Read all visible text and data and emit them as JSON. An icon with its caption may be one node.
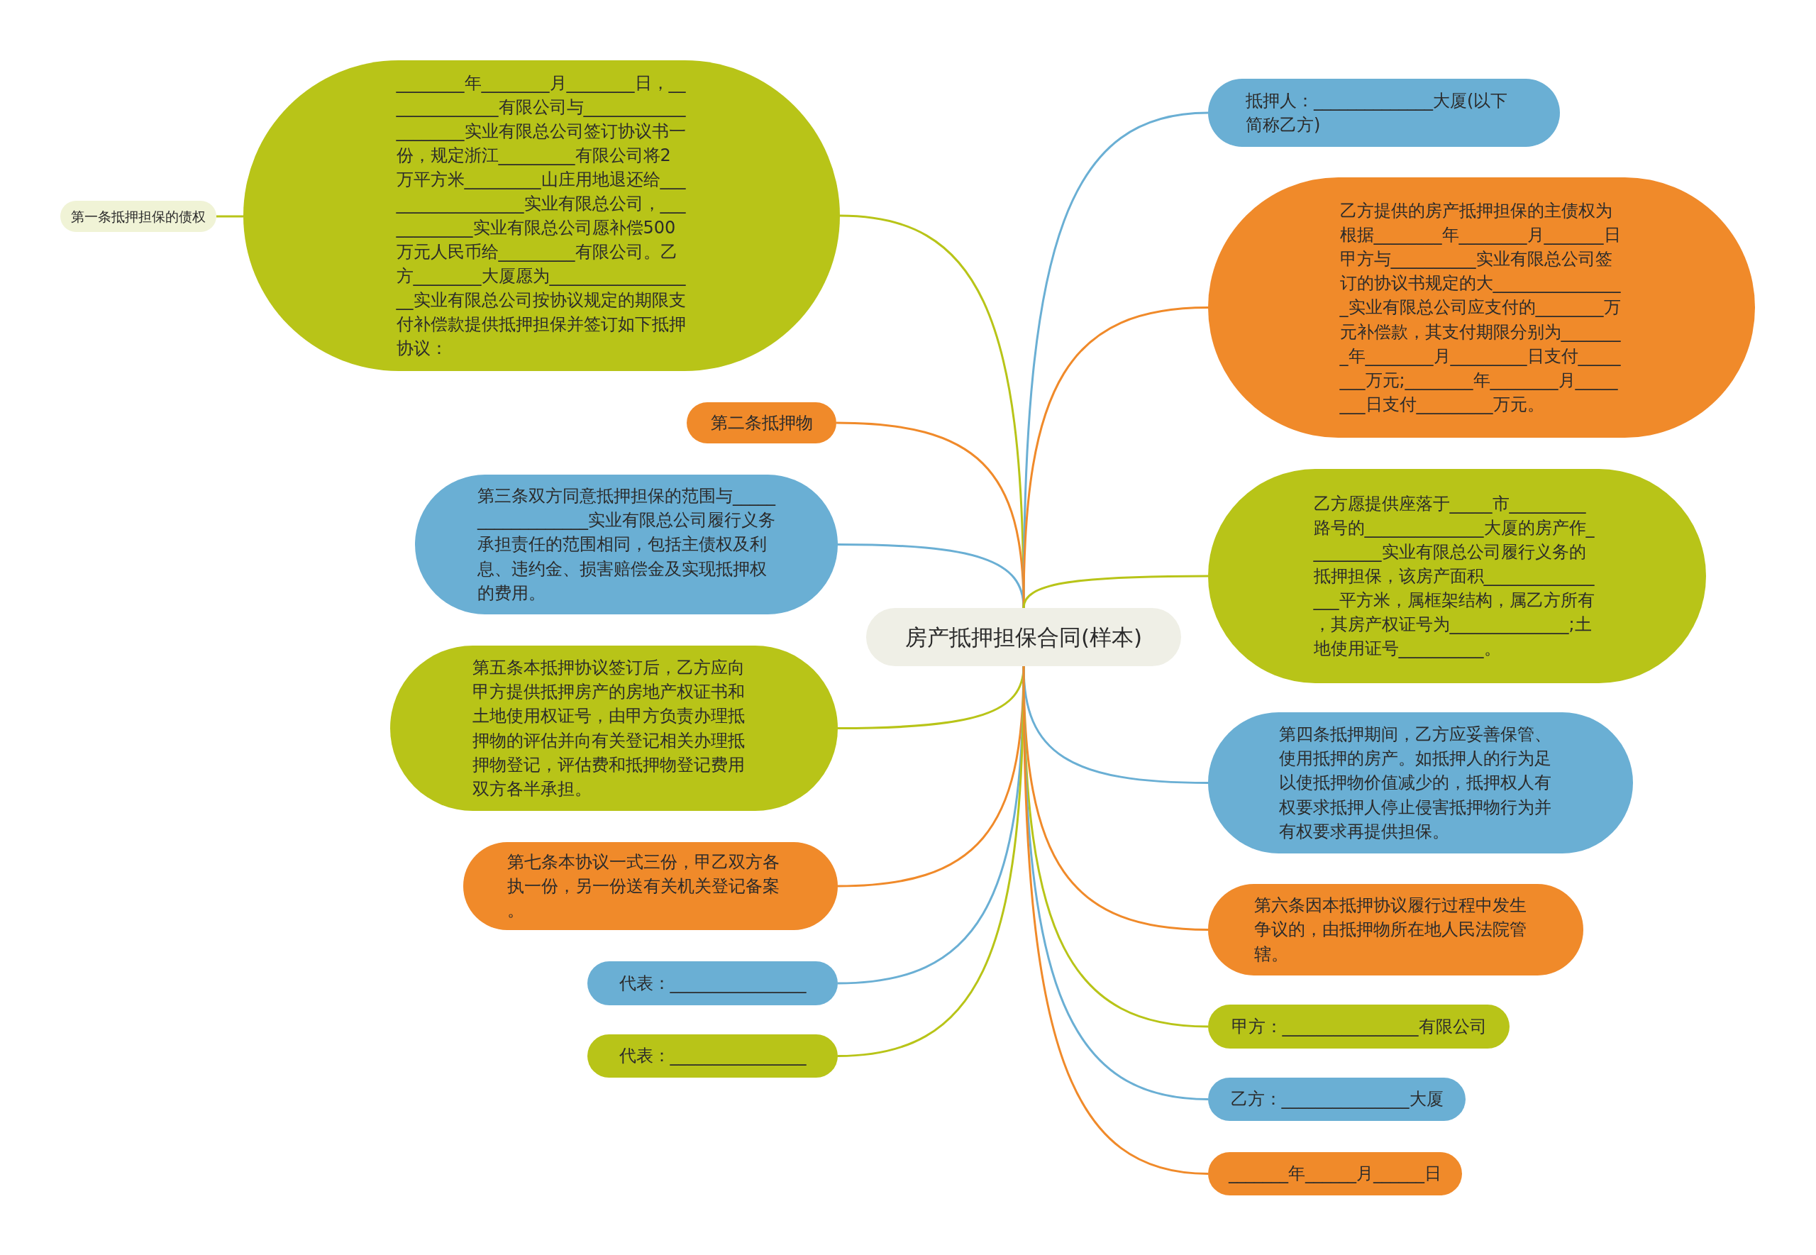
{
  "diagram": {
    "nodes": [
      {
        "text": [
          "房产抵押担保合同(样本)"
        ]
      },
      {
        "text": [
          "________年________月________日，______________有限公司与____________________实业有限总公司签订协议书一份，规定浙江_________有限公司将2万平方米_________山庄用地退还给__________________实业有限总公司，____________实业有限总公司愿补偿500万元人民币给_________有限公司。乙方________大厦愿为__________________实业有限总公司按协议规定的期限支付补偿款提供抵押担保并签订如下抵押协议："
        ]
      },
      {
        "text": [
          "第一条抵押担保的债权"
        ]
      },
      {
        "text": [
          "第二条抵押物"
        ]
      },
      {
        "text": [
          "第三条双方同意抵押担保的范围与__________________实业有限总公司履行义务承担责任的范围相同，包括主债权及利息、违约金、损害赔偿金及实现抵押权的费用。"
        ]
      },
      {
        "text": [
          "第五条本抵押协议签订后，乙方应向甲方提供抵押房产的房地产权证书和土地使用权证号，由甲方负责办理抵押物的评估并向有关登记相关办理抵押物登记，评估费和抵押物登记费用双方各半承担。"
        ]
      },
      {
        "text": [
          "第七条本协议一式三份，甲乙双方各执一份，另一份送有关机关登记备案。"
        ]
      },
      {
        "text": [
          "代表：________________"
        ]
      },
      {
        "text": [
          "代表：________________"
        ]
      },
      {
        "text": [
          "抵押人：______________大厦(以下简称乙方)"
        ]
      },
      {
        "text": [
          "乙方提供的房产抵押担保的主债权为根据________年________月_______日甲方与__________实业有限总公司签订的协议书规定的大________________实业有限总公司应支付的________万元补偿款，其支付期限分别为________年________月_________日支付________万元;________年________月________日支付_________万元。"
        ]
      },
      {
        "text": [
          "乙方愿提供座落于_____市_________路号的______________大厦的房产作_________实业有限总公司履行义务的抵押担保，该房产面积________________平方米，属框架结构，属乙方所有，其房产权证号为______________;土地使用证号__________。"
        ]
      },
      {
        "text": [
          "第四条抵押期间，乙方应妥善保管、使用抵押的房产。如抵押人的行为足以使抵押物价值减少的，抵押权人有权要求抵押人停止侵害抵押物行为并有权要求再提供担保。"
        ]
      },
      {
        "text": [
          "第六条因本抵押协议履行过程中发生争议的，由抵押物所在地人民法院管辖。"
        ]
      },
      {
        "text": [
          "甲方：________________有限公司"
        ]
      },
      {
        "text": [
          "乙方：_______________大厦"
        ]
      },
      {
        "text": [
          "_______年______月______日"
        ]
      }
    ],
    "edges": [
      {
        "from": 0,
        "to": 1,
        "arrow": "none",
        "color": "#b8c418"
      },
      {
        "from": 1,
        "to": 2,
        "arrow": "none",
        "color": "#b8c418"
      },
      {
        "from": 0,
        "to": 3,
        "arrow": "none",
        "color": "#f08a2a"
      },
      {
        "from": 0,
        "to": 4,
        "arrow": "none",
        "color": "#6aafd4"
      },
      {
        "from": 0,
        "to": 5,
        "arrow": "none",
        "color": "#b8c418"
      },
      {
        "from": 0,
        "to": 6,
        "arrow": "none",
        "color": "#f08a2a"
      },
      {
        "from": 0,
        "to": 7,
        "arrow": "none",
        "color": "#6aafd4"
      },
      {
        "from": 0,
        "to": 8,
        "arrow": "none",
        "color": "#b8c418"
      },
      {
        "from": 0,
        "to": 9,
        "arrow": "none",
        "color": "#6aafd4"
      },
      {
        "from": 0,
        "to": 10,
        "arrow": "none",
        "color": "#f08a2a"
      },
      {
        "from": 0,
        "to": 11,
        "arrow": "none",
        "color": "#b8c418"
      },
      {
        "from": 0,
        "to": 12,
        "arrow": "none",
        "color": "#6aafd4"
      },
      {
        "from": 0,
        "to": 13,
        "arrow": "none",
        "color": "#f08a2a"
      },
      {
        "from": 0,
        "to": 14,
        "arrow": "none",
        "color": "#b8c418"
      },
      {
        "from": 0,
        "to": 15,
        "arrow": "none",
        "color": "#6aafd4"
      },
      {
        "from": 0,
        "to": 16,
        "arrow": "none",
        "color": "#f08a2a"
      }
    ]
  }
}
